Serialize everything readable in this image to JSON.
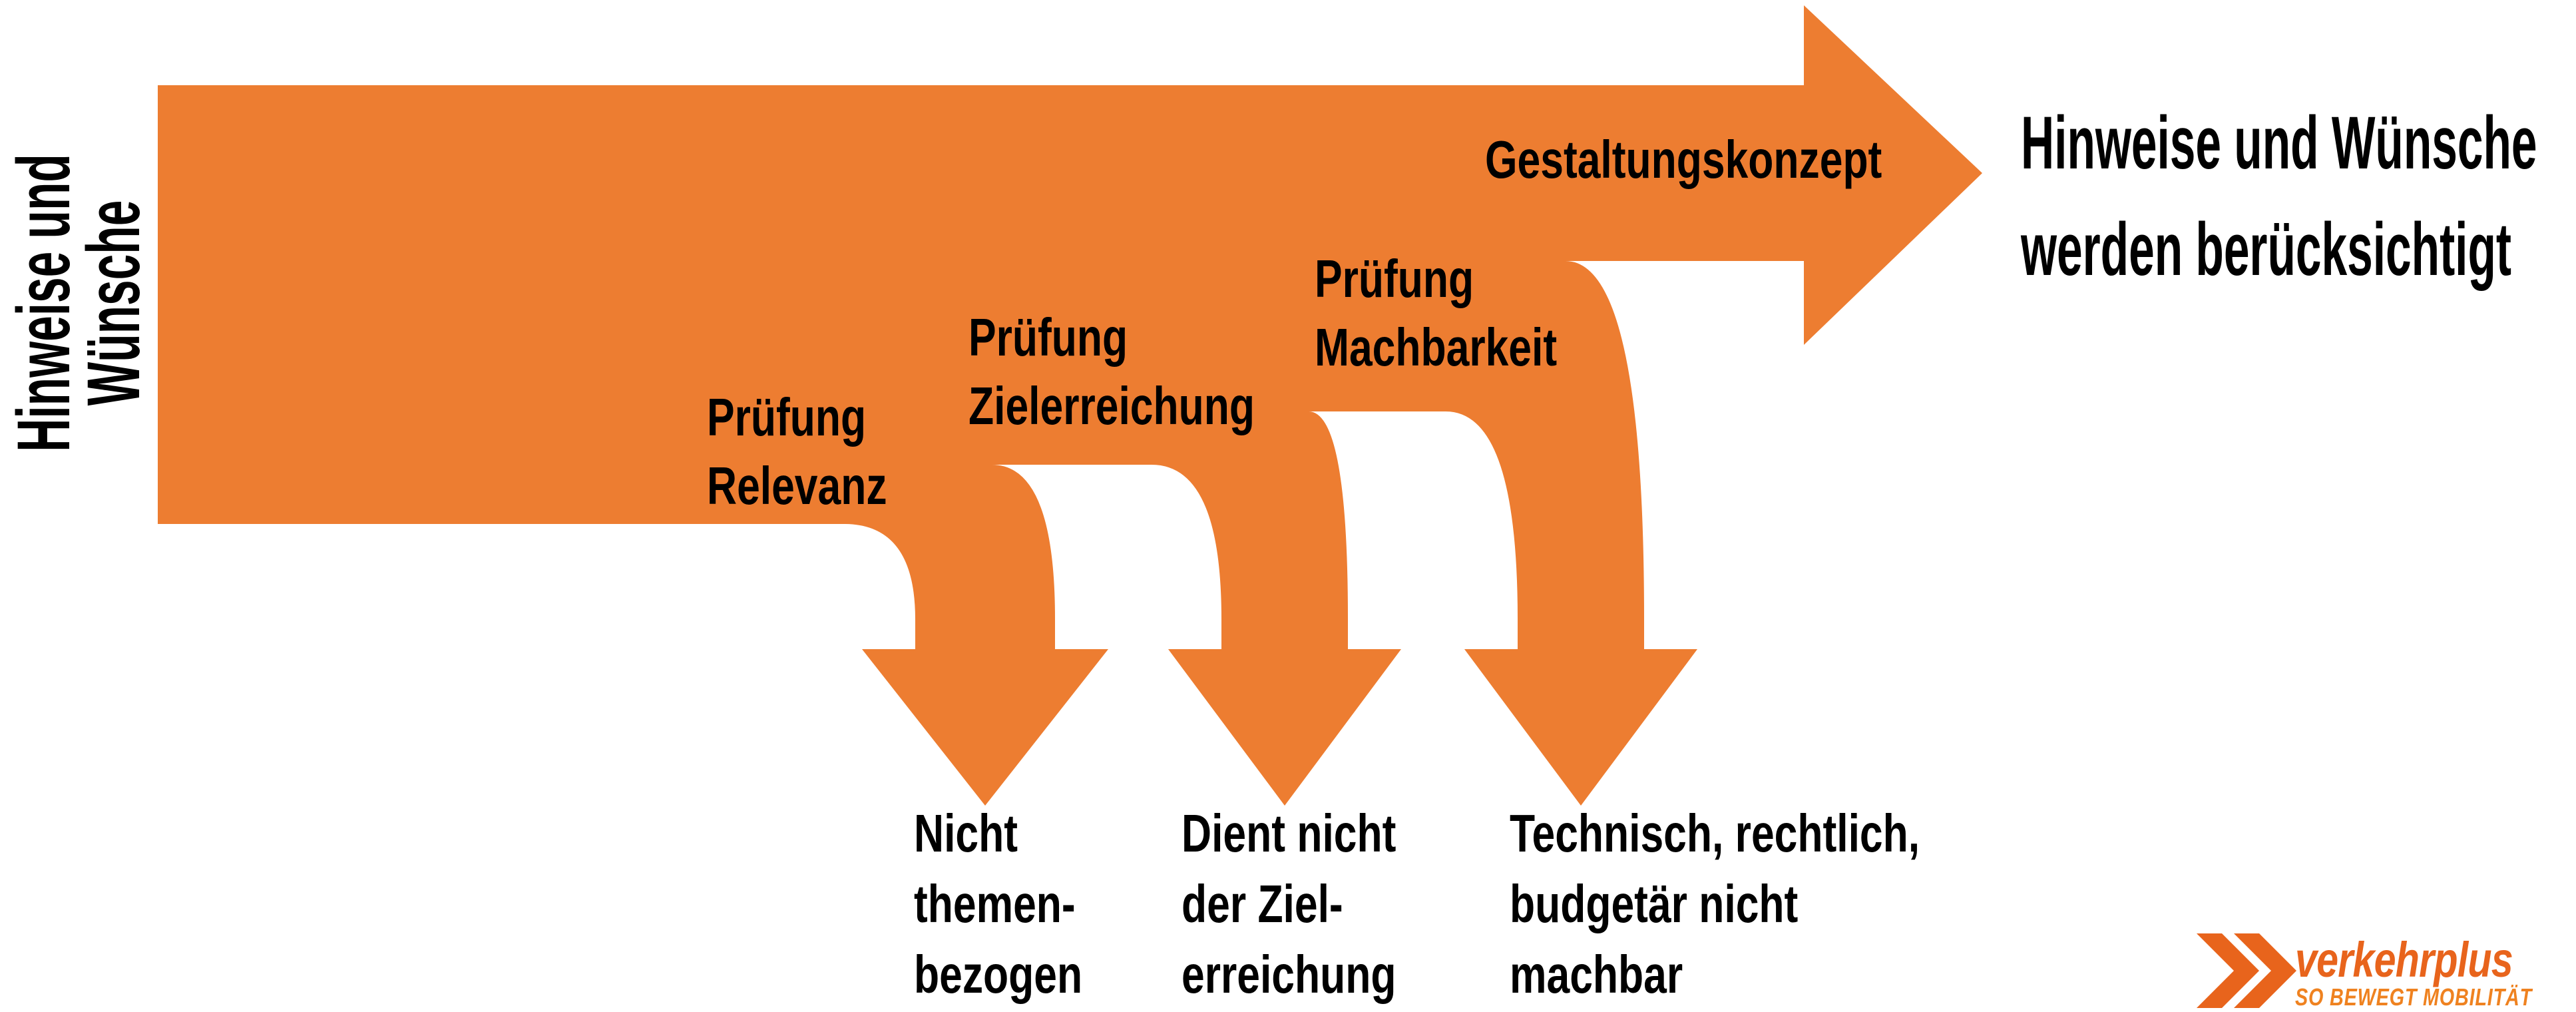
{
  "colors": {
    "flow": "#ED7D31",
    "logo": "#E8641C",
    "tagline": "#EF8220",
    "text": "#000000"
  },
  "flow": {
    "source_label": "Hinweise und\nWünsche",
    "stages": [
      {
        "check_label": "Prüfung\nRelevanz",
        "reject_label": "Nicht\nthemen-\nbezogen"
      },
      {
        "check_label": "Prüfung\nZielerreichung",
        "reject_label": "Dient nicht\nder Ziel-\nerreichung"
      },
      {
        "check_label": "Prüfung\nMachbarkeit",
        "reject_label": "Technisch, rechtlich,\nbudgetär nicht\nmachbar"
      }
    ],
    "final_label": "Gestaltungskonzept",
    "outcome_label": "Hinweise und Wünsche\nwerden berücksichtigt"
  },
  "logo": {
    "wordmark": "verkehrplus",
    "tagline": "SO BEWEGT MOBILITÄT"
  }
}
